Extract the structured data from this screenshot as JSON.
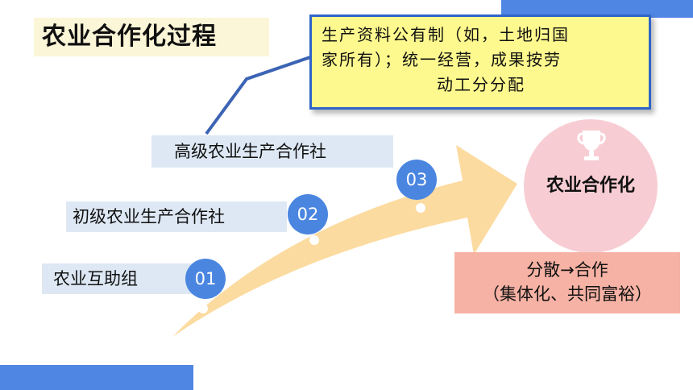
{
  "title": "农业合作化过程",
  "definition": {
    "line1": "生产资料公有制（如，土地归国",
    "line2": "家所有）；统一经营，成果按劳",
    "line3": "动工分分配"
  },
  "stages": [
    {
      "number": "01",
      "label": "农业互助组"
    },
    {
      "number": "02",
      "label": "初级农业生产合作社"
    },
    {
      "number": "03",
      "label": "高级农业生产合作社"
    }
  ],
  "goal": {
    "label": "农业合作化",
    "icon": "trophy-icon"
  },
  "result": {
    "line1": "分散→合作",
    "line2": "（集体化、共同富裕）"
  },
  "colors": {
    "accent_blue": "#4f86e4",
    "arrow": "#fcd99b",
    "definition_bg": "#fdf98e",
    "goal_circle": "#f7cdd3",
    "result_bg": "#f6b2a4",
    "label_bg": "#dde8f4"
  }
}
